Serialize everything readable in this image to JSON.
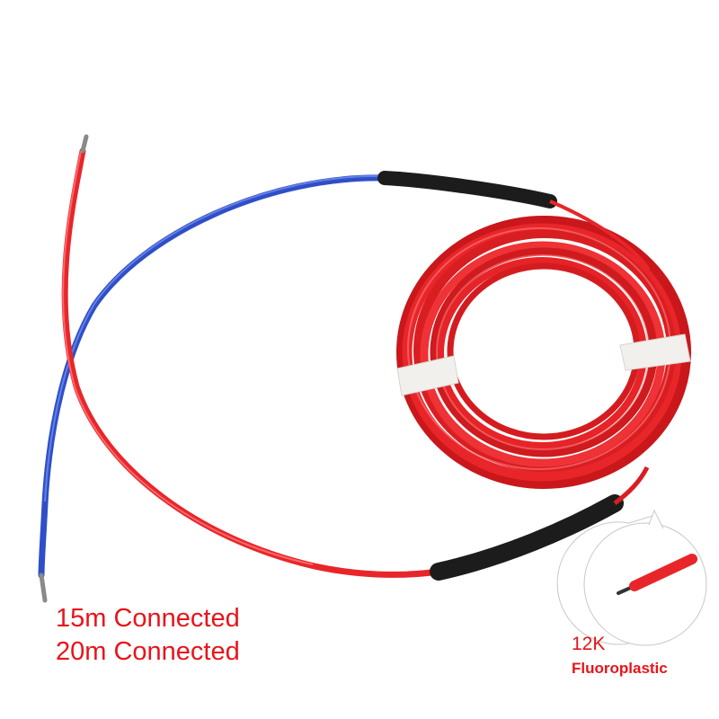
{
  "labels": {
    "line1": "15m  Connected",
    "line2": "20m Connected",
    "detail_title": "12K",
    "detail_sub": "Fluoroplastic"
  },
  "colors": {
    "red_wire": "#e8262a",
    "blue_wire": "#2f4fc8",
    "sleeve": "#1c1c1c",
    "text": "#e8141a"
  }
}
